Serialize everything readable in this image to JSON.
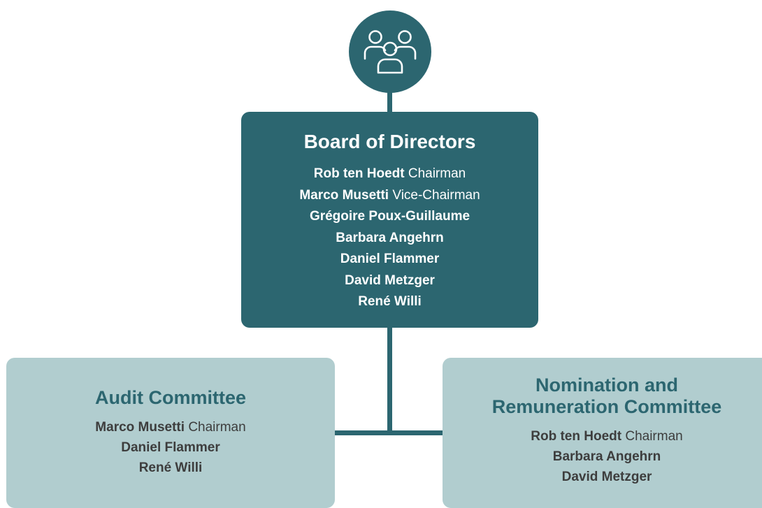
{
  "colors": {
    "primary": "#2c6670",
    "secondary": "#b1cdcf",
    "text_dark": "#3d3d3d"
  },
  "icon": {
    "name": "users-group-icon"
  },
  "board": {
    "title": "Board of Directors",
    "members": [
      {
        "name": "Rob ten Hoedt",
        "role": "Chairman"
      },
      {
        "name": "Marco Musetti",
        "role": "Vice-Chairman"
      },
      {
        "name": "Grégoire Poux-Guillaume",
        "role": ""
      },
      {
        "name": "Barbara Angehrn",
        "role": ""
      },
      {
        "name": "Daniel Flammer",
        "role": ""
      },
      {
        "name": "David Metzger",
        "role": ""
      },
      {
        "name": "René Willi",
        "role": ""
      }
    ]
  },
  "audit": {
    "title": "Audit Committee",
    "members": [
      {
        "name": "Marco Musetti",
        "role": "Chairman"
      },
      {
        "name": "Daniel Flammer",
        "role": ""
      },
      {
        "name": "René Willi",
        "role": ""
      }
    ]
  },
  "nomination": {
    "title_line1": "Nomination and",
    "title_line2": "Remuneration Committee",
    "members": [
      {
        "name": "Rob ten Hoedt",
        "role": "Chairman"
      },
      {
        "name": "Barbara Angehrn",
        "role": ""
      },
      {
        "name": "David Metzger",
        "role": ""
      }
    ]
  }
}
